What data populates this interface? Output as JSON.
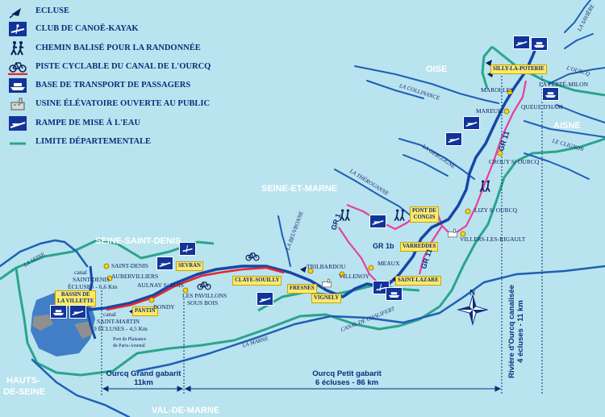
{
  "legend": [
    {
      "symbol": "lock-arrow",
      "label": "ECLUSE"
    },
    {
      "symbol": "canoe-icon",
      "label": "CLUB DE CANOË-KAYAK"
    },
    {
      "symbol": "hikers-icon",
      "label": "CHEMIN BALISÉ POUR LA RANDONNÉE"
    },
    {
      "symbol": "bicycle-icon",
      "label": "PISTE CYCLABLE DU CANAL DE L'OURCQ"
    },
    {
      "symbol": "boat-icon",
      "label": "BASE DE TRANSPORT DE PASSAGERS"
    },
    {
      "symbol": "factory-icon",
      "label": "USINE ÉLÉVATOIRE OUVERTE AU PUBLIC"
    },
    {
      "symbol": "launch-ramp-icon",
      "label": "RAMPE DE MISE Á L'EAU"
    },
    {
      "symbol": "dept-limit-line",
      "label": "LIMITE DÉPARTEMENTALE"
    }
  ],
  "departments": {
    "oise": "OISE",
    "aisne": "AISNE",
    "seine_et_marne": "SEINE-ET-MARNE",
    "seine_saint_denis": "SEINE-SAINT-DENIS",
    "hauts_de_seine_1": "HAUTS-",
    "hauts_de_seine_2": "DE-SEINE",
    "val_de_marne": "VAL-DE-MARNE"
  },
  "rivers": {
    "la_seine": "LA SEINE",
    "la_marne": "LA MARNE",
    "la_beuvronne": "LA BEUVRONNE",
    "la_therouanne": "LA THÉROUANNE",
    "la_gergogne": "LA GERGOGNE",
    "la_collinance": "LA COLLINANCE",
    "l_ourcq": "L'OURCQ",
    "la_saviere": "LA SAVIÈRE",
    "le_clignon": "LE CLIGNON",
    "canal_de_chalifert": "CANAL DE CHALIFERT"
  },
  "boxed_towns": {
    "silly_la_poterie": "SILLY-LA-POTERIE",
    "pont_de_congis_1": "PONT DE",
    "pont_de_congis_2": "CONGIS",
    "varreddes": "VARREDDES",
    "saint_lazare": "SAINT-LAZARE",
    "vignely": "VIGNELY",
    "fresnes": "FRESNES",
    "claye_souilly": "CLAYE-SOUILLY",
    "sevran": "SEVRAN",
    "bassin_1": "BASSIN DE",
    "bassin_2": "LA VILLETTE",
    "pantin": "PANTIN"
  },
  "towns": {
    "marolles": "MAROLLES",
    "la_ferte_milon": "LA FERTÉ-MILON",
    "mareuil": "MAREUIL",
    "queue_dham": "QUEUE D'HAM",
    "crouy": "CROUY S/ OURCQ",
    "lizy": "LIZY S/ OURCQ",
    "villers": "VILLERS-LES-RIGAULT",
    "meaux": "MEAUX",
    "villenoy": "VILLENOY",
    "trilbardou": "TRILBARDOU",
    "saint_denis": "SAINT-DENIS",
    "canal_sd_1": "canal",
    "canal_sd_2": "SAINT-DENIS",
    "canal_sd_3": "ÉCLUSES - 6,6 Km",
    "aubervilliers": "AUBERVILLIERS",
    "aulnay": "AULNAY S/ BOIS",
    "bondy": "BONDY",
    "pavillons_1": "LES PAVILLONS",
    "pavillons_2": "SOUS BOIS",
    "canal_sm_1": "canal",
    "canal_sm_2": "SAINT-MARTIN",
    "canal_sm_3": "9 ÉCLUSES - 4,5 Km",
    "port_1": "Port de Plaisance",
    "port_2": "de Paris-Arsenal",
    "north": "N"
  },
  "trails": {
    "gr1": "GR 1",
    "gr1b": "GR 1b",
    "gr11_a": "GR 11",
    "gr11_b": "GR 11"
  },
  "dimensions": {
    "grand_1": "Ourcq Grand gabarit",
    "grand_2": "11km",
    "petit_1": "Ourcq Petit gabarit",
    "petit_2": "6 écluses - 86 km",
    "riviere_1": "Rivière d'Ourcq canalisée",
    "riviere_2": "4 écluses - 11 km"
  },
  "colors": {
    "water": "#b9e3ef",
    "river": "#1f5fb4",
    "canal": "#1746a8",
    "cycle": "#e8262b",
    "hiking": "#e83e9e",
    "dept_limit": "#2aa58c",
    "box": "#ffe96a"
  }
}
